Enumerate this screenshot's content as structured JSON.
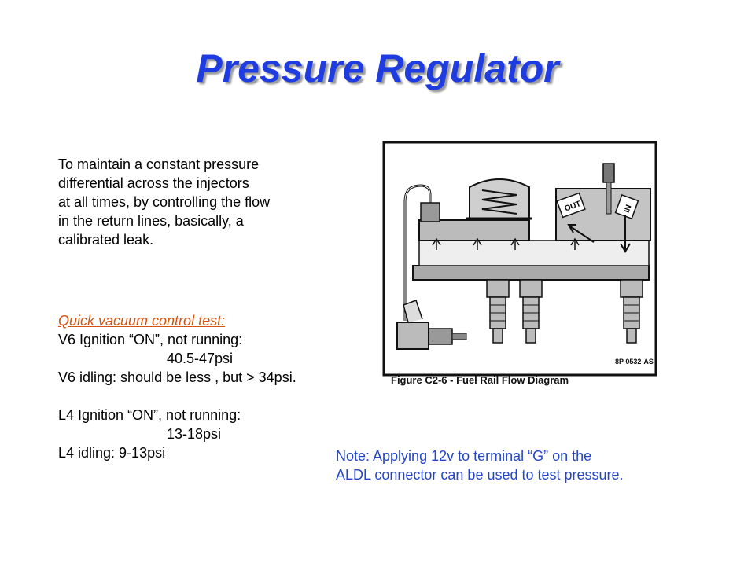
{
  "slide": {
    "title": "Pressure Regulator",
    "intro_lines": [
      "To maintain a constant pressure",
      "differential across the injectors",
      "at all times, by controlling the flow",
      "in the return lines, basically, a",
      "calibrated leak."
    ],
    "test_heading": "Quick vacuum control test:",
    "v6_ignition": "V6 Ignition “ON”, not running:",
    "v6_ignition_value": "40.5-47psi",
    "v6_idling": "V6 idling: should be less , but > 34psi.",
    "l4_ignition": "L4 Ignition “ON”, not running:",
    "l4_ignition_value": "13-18psi",
    "l4_idling": "L4 idling:  9-13psi",
    "note_lines": [
      "Note: Applying 12v to terminal “G”  on the",
      "ALDL connector can be used to test pressure."
    ]
  },
  "figure": {
    "caption": "Figure C2-6 - Fuel Rail Flow Diagram",
    "code": "8P 0532-AS",
    "label_out": "OUT",
    "label_in": "IN"
  },
  "colors": {
    "title": "#1f3ce0",
    "heading": "#d25410",
    "note": "#2346c8"
  }
}
